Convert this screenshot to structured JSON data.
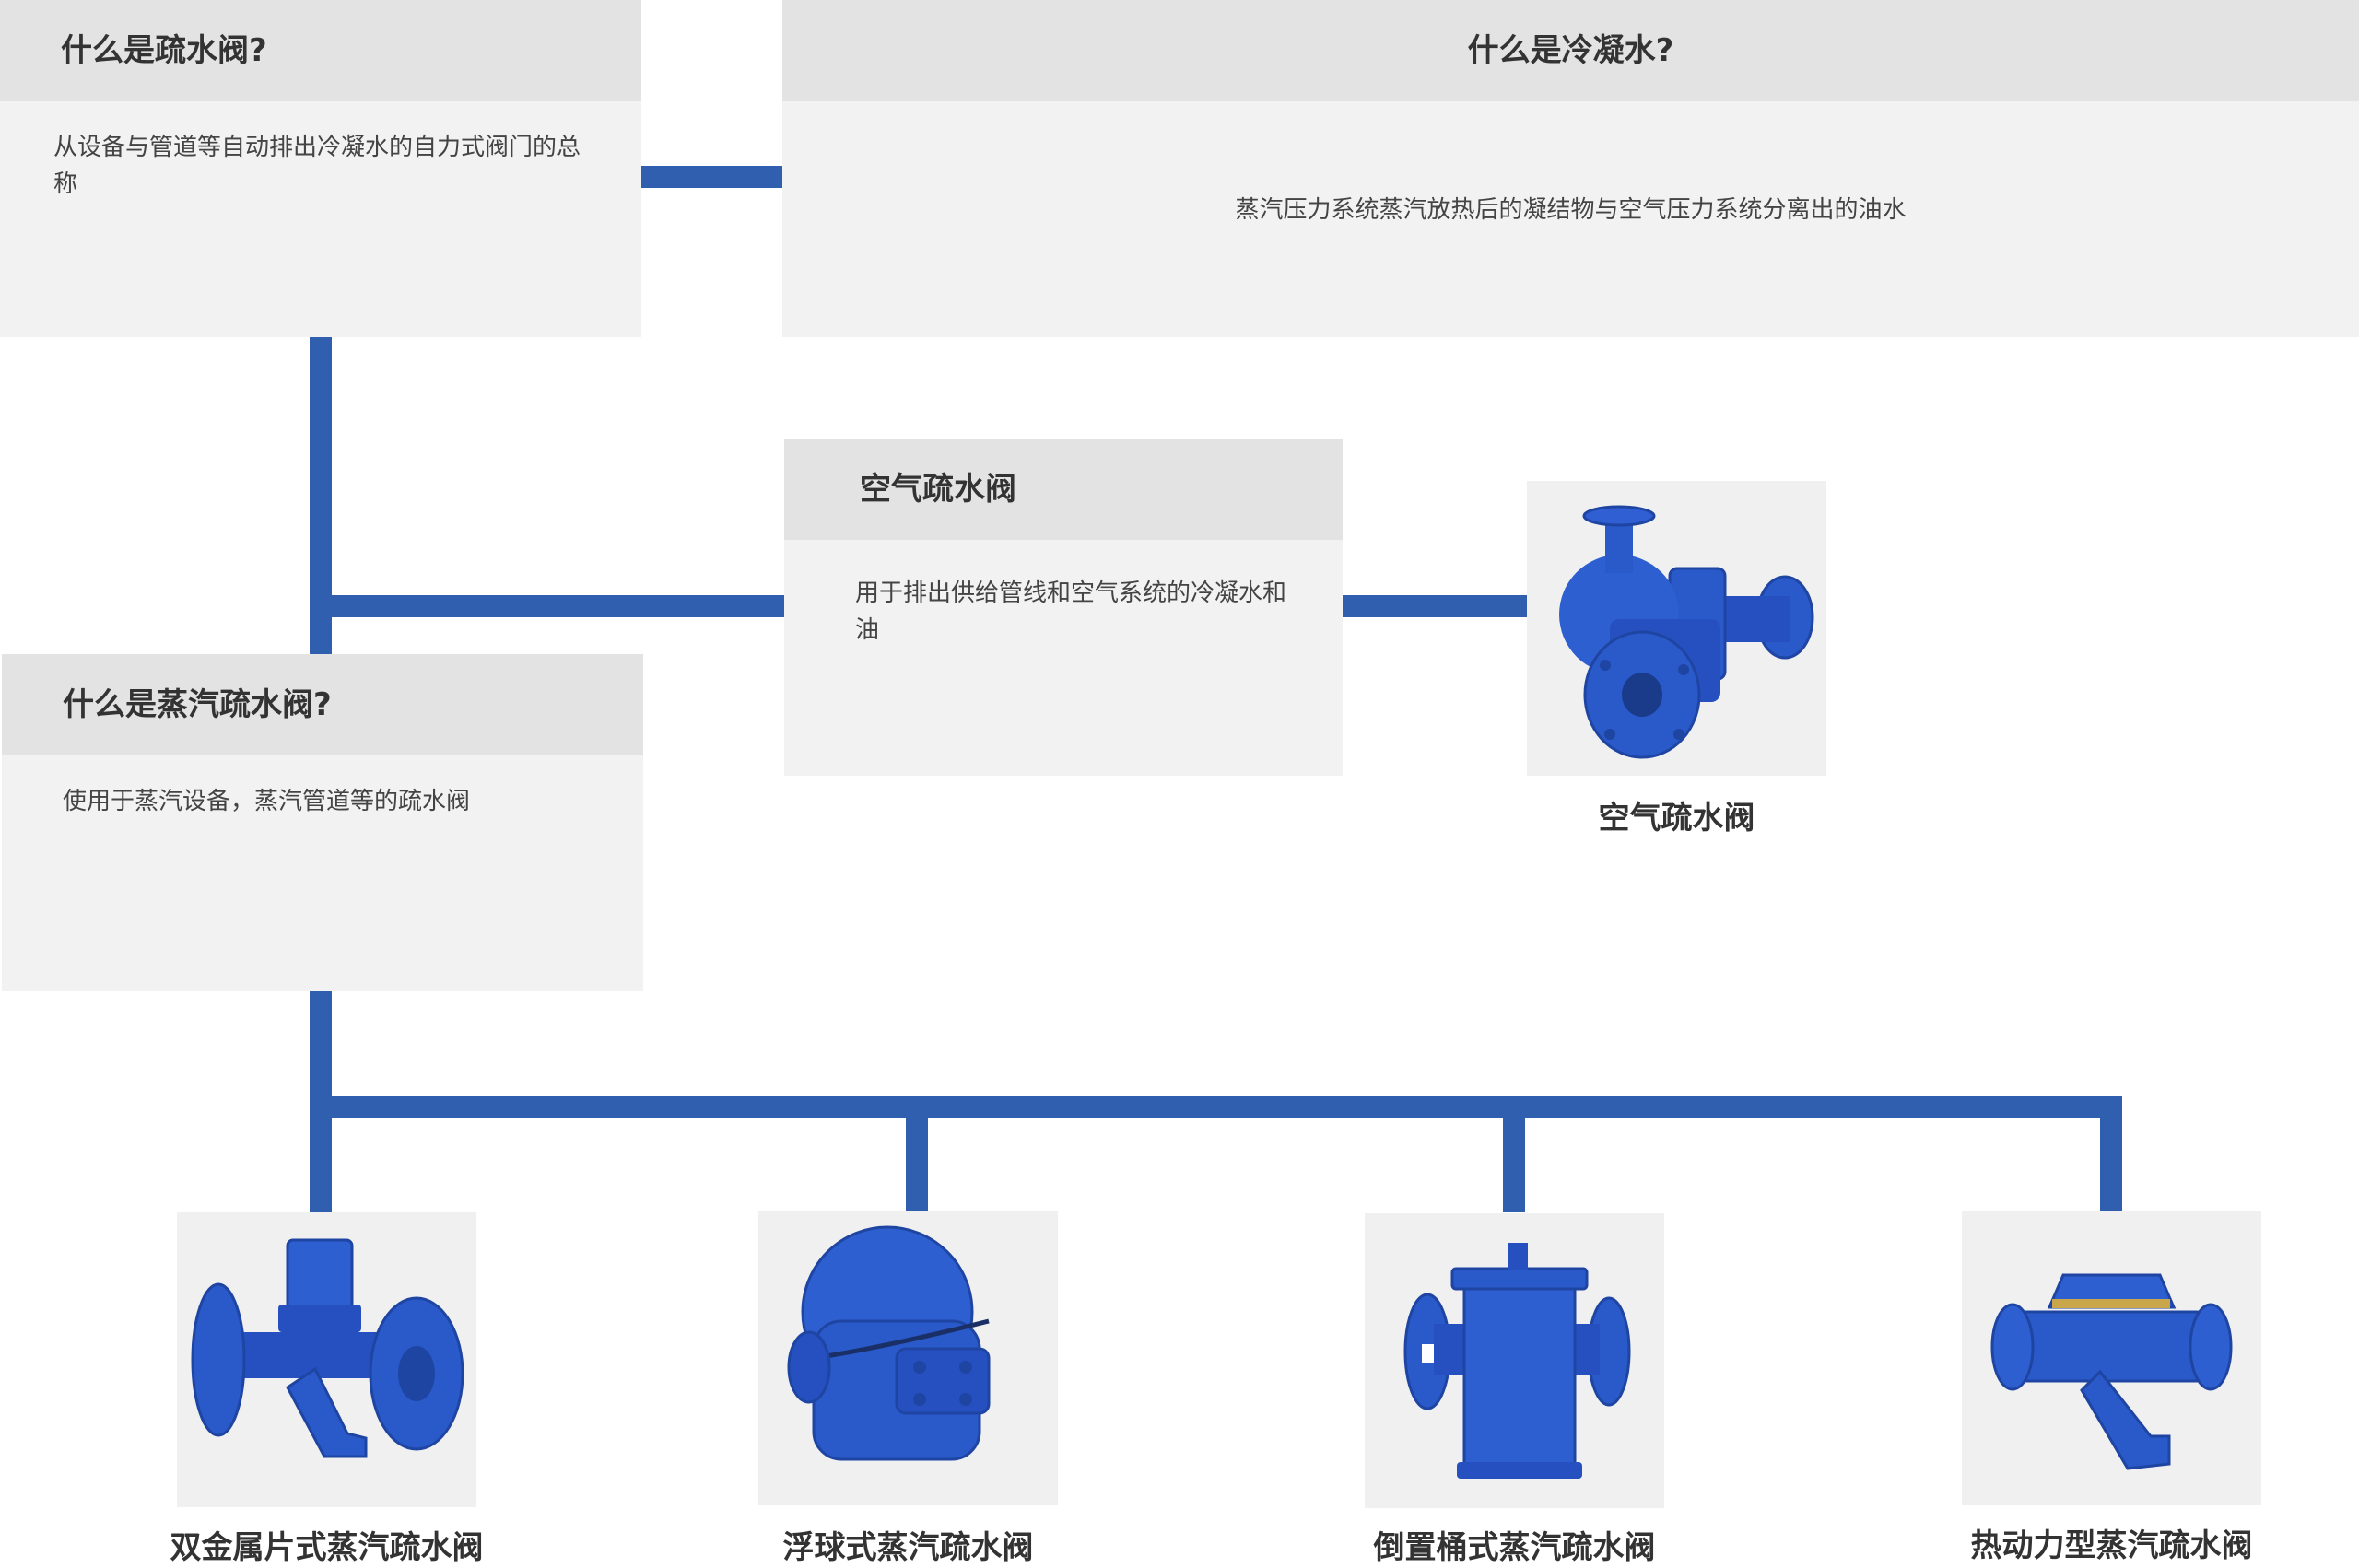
{
  "what_is_trap": {
    "title": "什么是疏水阀?",
    "desc": "从设备与管道等自动排出冷凝水的自力式阀门的总称"
  },
  "what_is_condensate": {
    "title": "什么是冷凝水?",
    "desc": "蒸汽压力系统蒸汽放热后的凝结物与空气压力系统分离出的油水"
  },
  "air_trap_box": {
    "title": "空气疏水阀",
    "desc": "用于排出供给管线和空气系统的冷凝水和油"
  },
  "air_trap_photo": {
    "caption": "空气疏水阀"
  },
  "what_is_steam_trap": {
    "title": "什么是蒸汽疏水阀?",
    "desc": "使用于蒸汽设备，蒸汽管道等的疏水阀"
  },
  "products": [
    {
      "caption": "双金属片式蒸汽疏水阀"
    },
    {
      "caption": "浮球式蒸汽疏水阀"
    },
    {
      "caption": "倒置桶式蒸汽疏水阀"
    },
    {
      "caption": "热动力型蒸汽疏水阀"
    }
  ],
  "colors": {
    "connector": "#2f5fae",
    "valve_body": "#2a59c9",
    "box_body": "#f2f2f2",
    "box_header": "#e3e3e3"
  }
}
